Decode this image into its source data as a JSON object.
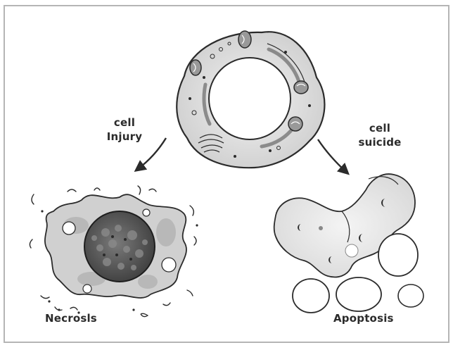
{
  "diagram": {
    "labels": {
      "injury_line1": "cell",
      "injury_line2": "Injury",
      "suicide_line1": "cell",
      "suicide_line2": "suicide",
      "necrosis": "Necrosls",
      "apoptosis": "Apoptosis"
    },
    "colors": {
      "ink": "#2b2b2b",
      "cytoplasm": "#d8d8d8",
      "nucleus_fill": "#ffffff",
      "necrosis_core": "#555555",
      "frame": "#b5b5b5"
    },
    "icons": {
      "healthy_cell": "healthy-cell-icon",
      "necrotic_cell": "necrotic-cell-icon",
      "apoptotic_bodies": "apoptotic-bodies-icon",
      "injury_arrow": "arrow-down-left-icon",
      "suicide_arrow": "arrow-down-right-icon"
    }
  }
}
